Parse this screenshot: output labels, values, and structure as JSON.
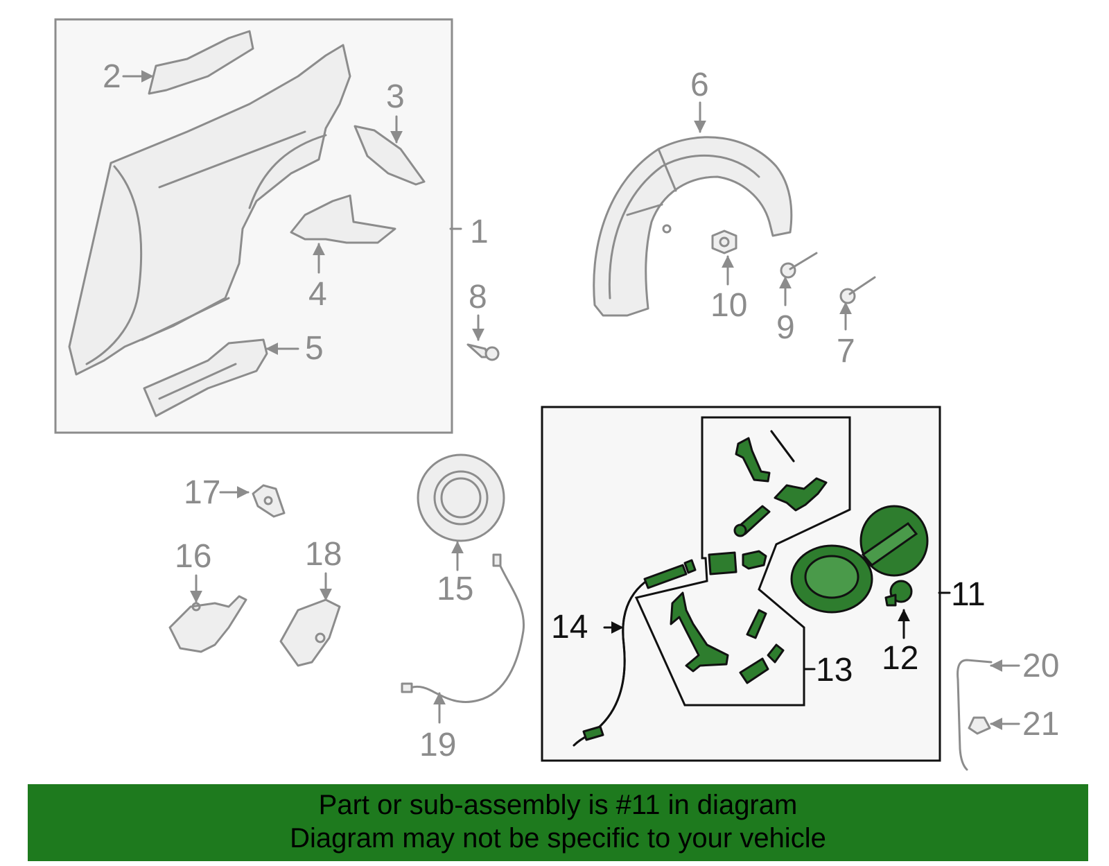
{
  "callouts": {
    "n1": "1",
    "n2": "2",
    "n3": "3",
    "n4": "4",
    "n5": "5",
    "n6": "6",
    "n7": "7",
    "n8": "8",
    "n9": "9",
    "n10": "10",
    "n11": "11",
    "n12": "12",
    "n13": "13",
    "n14": "14",
    "n15": "15",
    "n16": "16",
    "n17": "17",
    "n18": "18",
    "n19": "19",
    "n20": "20",
    "n21": "21"
  },
  "banner": {
    "line1": "Part or sub-assembly is #11 in diagram",
    "line2": "Diagram may not be specific to your vehicle"
  },
  "colors": {
    "highlight_green": "#2e7d2e",
    "banner_green": "#1e7a1e",
    "grey_lines": "#8c8c8c",
    "black_lines": "#111111"
  }
}
